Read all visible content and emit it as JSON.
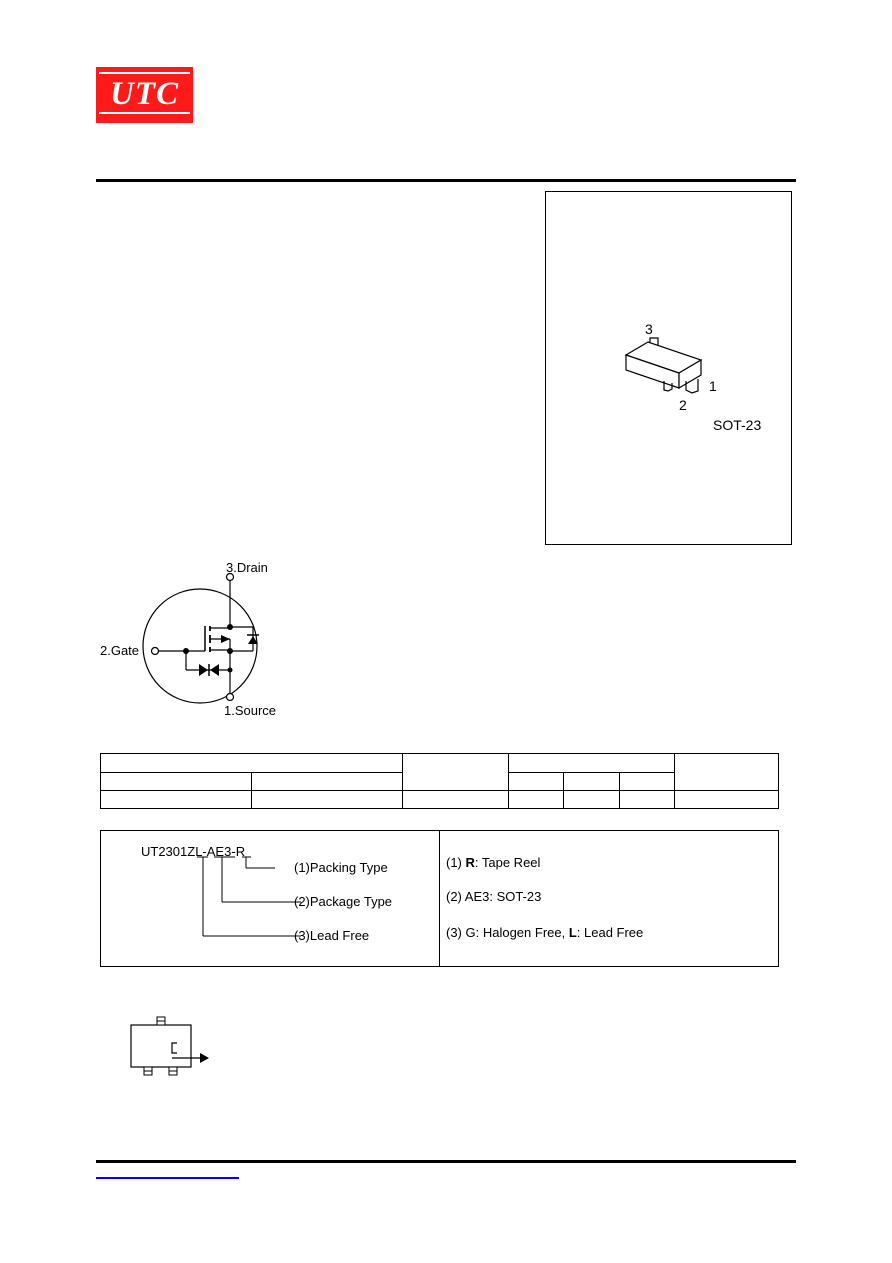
{
  "logo": {
    "text": "UTC",
    "bg_color": "#ff1a1a",
    "text_color": "#ffffff"
  },
  "package_box": {
    "pin3": "3",
    "pin2": "2",
    "pin1": "1",
    "package_name": "SOT-23"
  },
  "schematic": {
    "drain_label": "3.Drain",
    "gate_label": "2.Gate",
    "source_label": "1.Source"
  },
  "part_number_box": {
    "part_prefix": "UT2301ZL",
    "part_sep1": "-",
    "part_pkg": "AE3",
    "part_sep2": "-",
    "part_pack": "R",
    "callout_1": "(1)Packing Type",
    "callout_2": "(2)Package Type",
    "callout_3": "(3)Lead Free",
    "legend_1_prefix": "(1) ",
    "legend_1_bold": "R",
    "legend_1_rest": ": Tape Reel",
    "legend_2": "(2) AE3: SOT-23",
    "legend_3_prefix": "(3) G: Halogen Free, ",
    "legend_3_bold": "L",
    "legend_3_rest": ": Lead Free"
  },
  "colors": {
    "link": "#0000ff",
    "rule": "#000000"
  }
}
